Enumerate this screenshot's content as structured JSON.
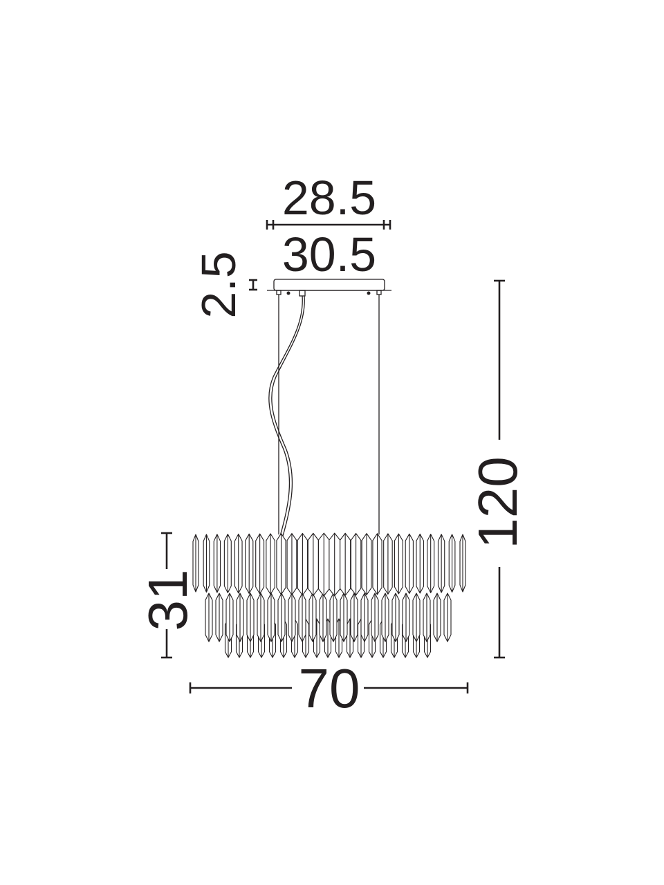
{
  "diagram": {
    "dimensions": {
      "canopy_inner_width": "28.5",
      "canopy_width": "30.5",
      "canopy_height": "2.5",
      "total_height": "120",
      "body_height": "31",
      "body_width": "70"
    },
    "colors": {
      "line": "#231f20",
      "background": "#ffffff"
    }
  }
}
